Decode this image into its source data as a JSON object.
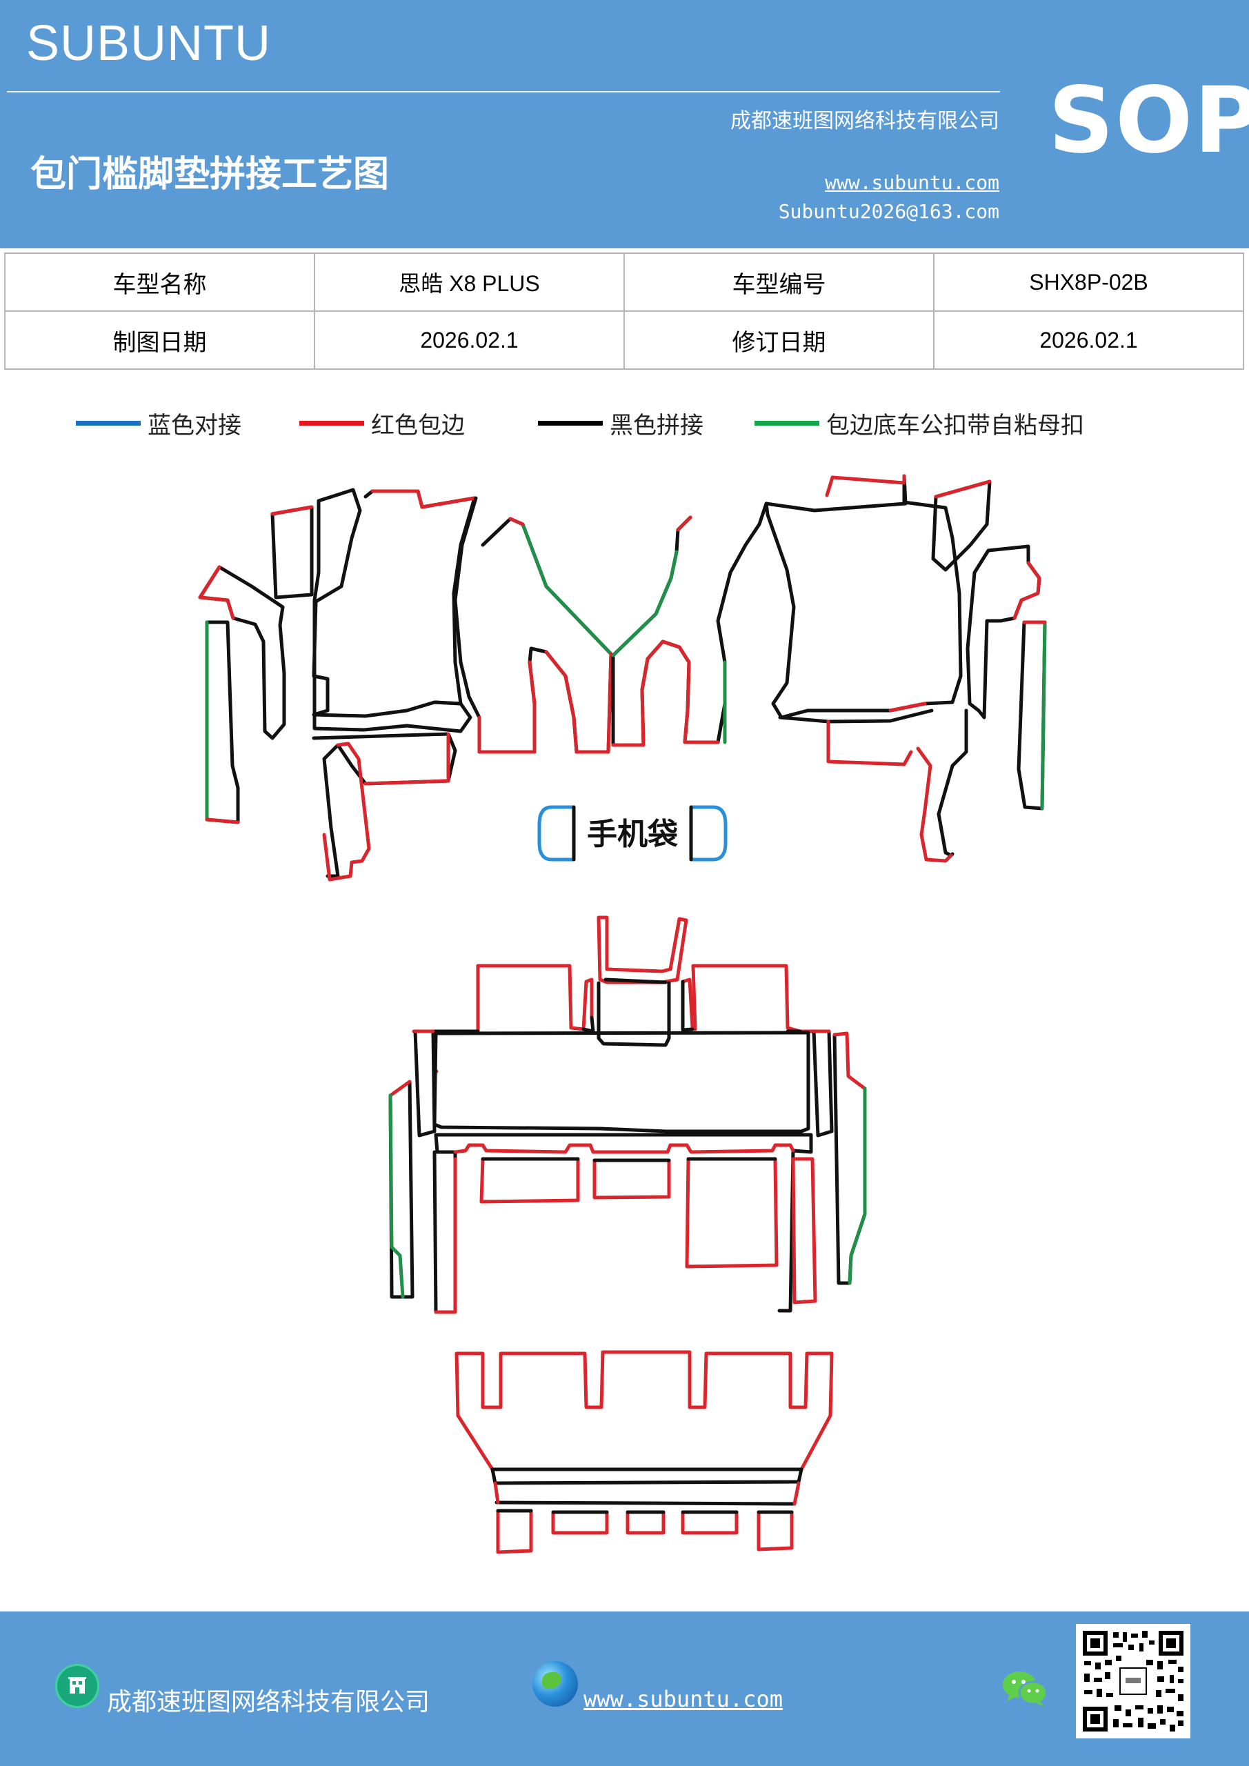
{
  "header": {
    "brand": "SUBUNTU",
    "title": "包门槛脚垫拼接工艺图",
    "company": "成都速班图网络科技有限公司",
    "website": "www.subuntu.com",
    "email": "Subuntu2026@163.com",
    "badge": "SOP"
  },
  "info": {
    "rows": [
      [
        {
          "label": "车型名称",
          "value": "思皓 X8  PLUS"
        },
        {
          "label": "车型编号",
          "value": "SHX8P-02B"
        }
      ],
      [
        {
          "label": "制图日期",
          "value": "2026.02.1"
        },
        {
          "label": "修订日期",
          "value": "2026.02.1"
        }
      ]
    ]
  },
  "legend": [
    {
      "label": "蓝色对接",
      "color": "#1a6fc0"
    },
    {
      "label": "红色包边",
      "color": "#e8141e"
    },
    {
      "label": "黑色拼接",
      "color": "#000000"
    },
    {
      "label": "包边底车公扣带自粘母扣",
      "color": "#10a64a"
    }
  ],
  "diagram": {
    "phone_pocket_label": "手机袋",
    "colors": {
      "black": "#111111",
      "red": "#d9252b",
      "green": "#1f8f4a",
      "blue": "#2a8fd8"
    }
  },
  "footer": {
    "company": "成都速班图网络科技有限公司",
    "website": "www.subuntu.com",
    "company_icon": "building-icon",
    "website_icon": "globe-icon",
    "wechat_icon": "wechat-icon",
    "qr_icon": "qr-code"
  }
}
